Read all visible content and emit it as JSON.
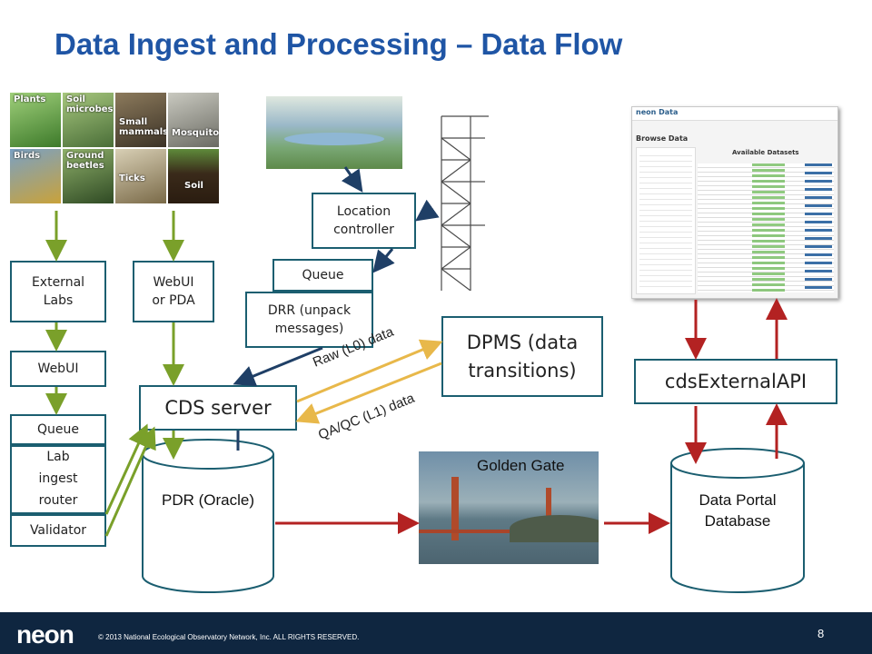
{
  "title": "Data Ingest and Processing – Data Flow",
  "organisms": [
    "Plants",
    "Soil microbes",
    "Small mammals",
    "Mosquitoes",
    "Birds",
    "Ground beetles",
    "Ticks",
    "Soil"
  ],
  "boxes": {
    "external_labs": "External Labs",
    "webui_left": "WebUI",
    "queue_left": "Queue",
    "lab_ingest_router": "Lab ingest router",
    "validator": "Validator",
    "webui_pda": "WebUI or PDA",
    "cds_server": "CDS server",
    "location_controller": "Location controller",
    "queue_mid": "Queue",
    "drr": "DRR (unpack messages)",
    "dpms": "DPMS (data transitions)",
    "cds_external_api": "cdsExternalAPI"
  },
  "databases": {
    "pdr": "PDR (Oracle)",
    "data_portal": "Data Portal Database"
  },
  "golden_gate_label": "Golden Gate",
  "flow_labels": {
    "raw": "Raw (L0) data",
    "qaqc": "QA/QC (L1) data"
  },
  "portal": {
    "brand": "neon Data",
    "heading": "Browse Data",
    "datasets": "Available Datasets"
  },
  "colors": {
    "title": "#1f55a5",
    "box_border": "#1b5e70",
    "green_arrow": "#7aa02a",
    "navy_arrow": "#1f3f66",
    "red_arrow": "#b32222",
    "gold_arrow": "#e8b84a",
    "footer": "#0f2640"
  },
  "footer": {
    "logo": "neon",
    "copyright": "© 2013 National Ecological Observatory Network, Inc. ALL RIGHTS RESERVED.",
    "page": "8"
  }
}
